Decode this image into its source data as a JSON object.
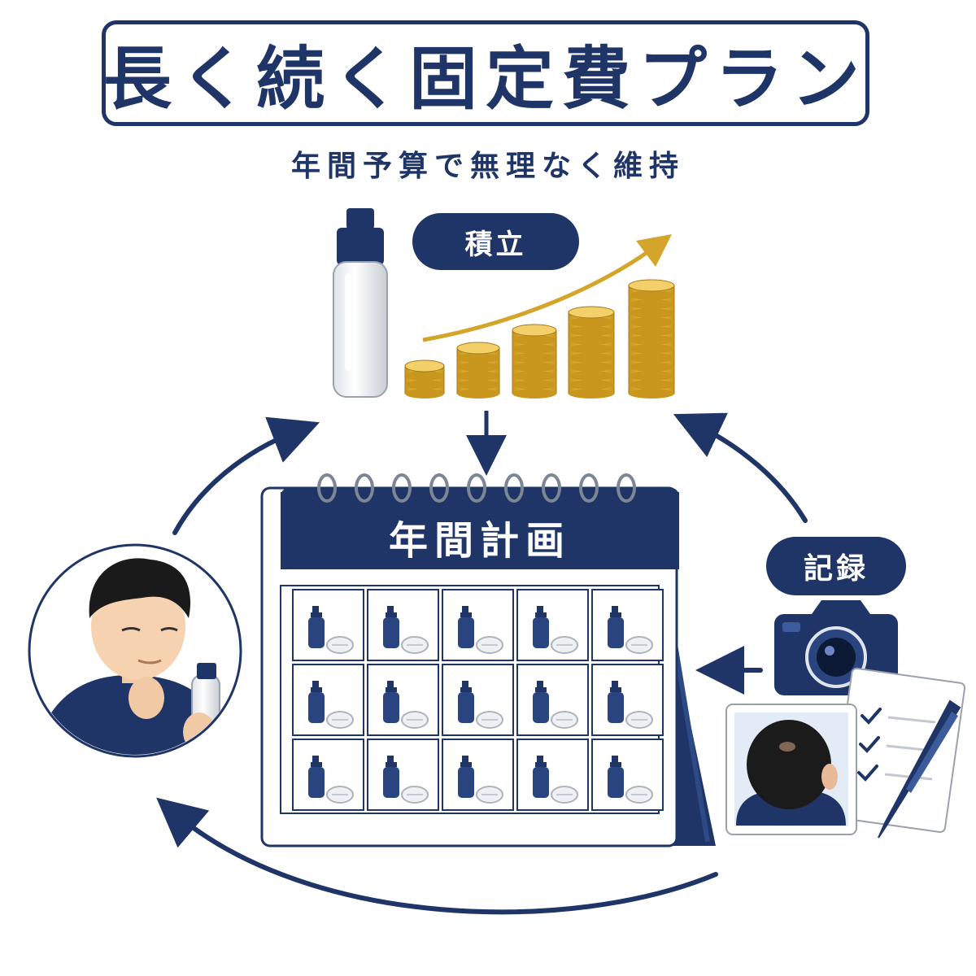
{
  "title": "長く続く固定費プラン",
  "subtitle": "年間予算で無理なく維持",
  "labels": {
    "savings": "積立",
    "annual_plan": "年間計画",
    "record": "記録"
  },
  "calendar": {
    "rows": 3,
    "columns": 5
  },
  "colors": {
    "navy": "#1f3567",
    "gold": "#d4a52a",
    "coin": "#e8bd3a",
    "light_gray": "#e6e8ec"
  },
  "icons": [
    "pump-bottle-icon",
    "coin-stack-icon",
    "growth-arrow-icon",
    "calendar-icon",
    "camera-icon",
    "checklist-icon",
    "pen-icon",
    "scalp-photo-icon",
    "person-icon",
    "cycle-arrow-icon"
  ]
}
